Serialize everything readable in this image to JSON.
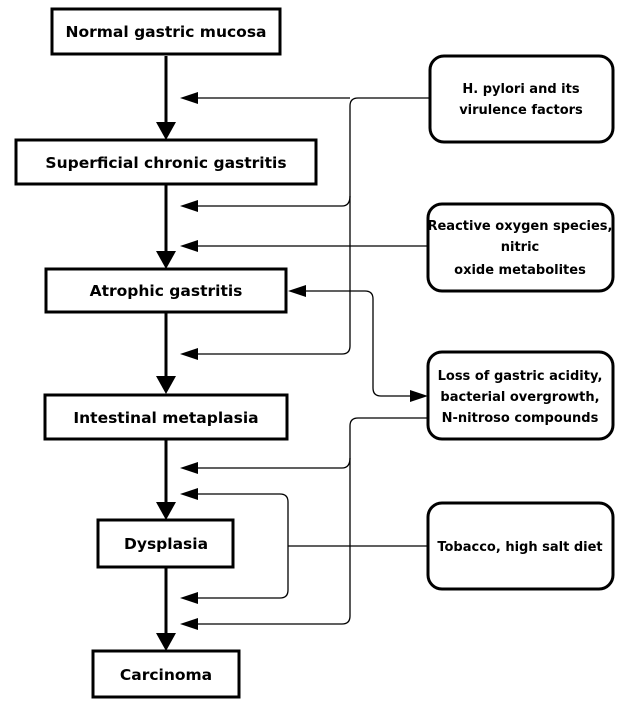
{
  "stages": [
    {
      "id": "normal",
      "label": "Normal gastric mucosa"
    },
    {
      "id": "superficial",
      "label": "Superficial chronic gastritis"
    },
    {
      "id": "atrophic",
      "label": "Atrophic gastritis"
    },
    {
      "id": "metaplasia",
      "label": "Intestinal metaplasia"
    },
    {
      "id": "dysplasia",
      "label": "Dysplasia"
    },
    {
      "id": "carcinoma",
      "label": "Carcinoma"
    }
  ],
  "factors": [
    {
      "id": "hpylori",
      "lines": [
        "H. pylori and its",
        "virulence factors"
      ]
    },
    {
      "id": "ros",
      "lines": [
        "Reactive oxygen species,",
        "nitric",
        "oxide metabolites"
      ]
    },
    {
      "id": "acidity",
      "lines": [
        "Loss of gastric acidity,",
        "bacterial overgrowth,",
        "N-nitroso compounds"
      ]
    },
    {
      "id": "tobacco",
      "lines": [
        "Tobacco, high salt diet"
      ]
    }
  ]
}
